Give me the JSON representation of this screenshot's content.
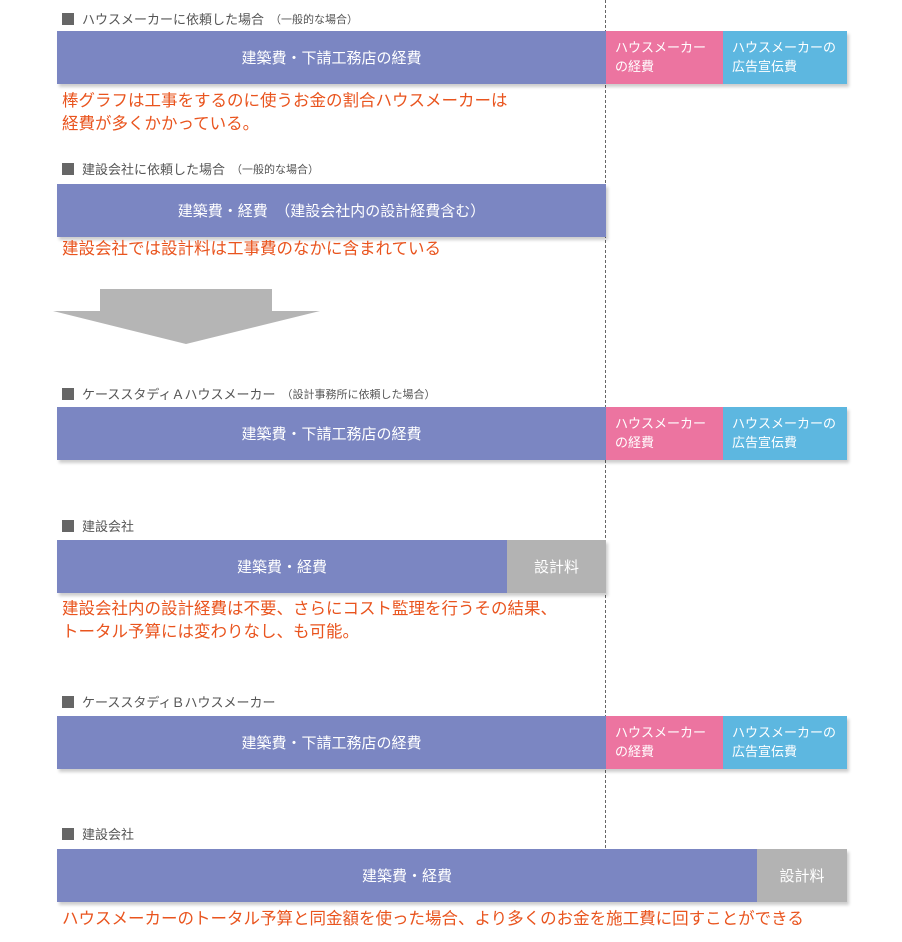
{
  "colors": {
    "construction": "#7b86c2",
    "maker_overhead": "#ec74a0",
    "maker_ads": "#5db7e0",
    "design_fee": "#b3b3b3",
    "note": "#e9541e"
  },
  "sections": [
    {
      "title": "ハウスメーカーに依頼した場合",
      "subtitle": "（一般的な場合）",
      "segments": [
        "建築費・下請工務店の経費",
        "ハウスメーカー\nの経費",
        "ハウスメーカーの\n広告宣伝費"
      ],
      "note": "棒グラフは工事をするのに使うお金の割合ハウスメーカーは\n経費が多くかかっている。"
    },
    {
      "title": "建設会社に依頼した場合",
      "subtitle": "（一般的な場合）",
      "segments": [
        "建築費・経費　（建設会社内の設計経費含む）"
      ],
      "note": "建設会社では設計料は工事費のなかに含まれている"
    },
    {
      "title": "ケーススタディＡハウスメーカー",
      "subtitle": "（設計事務所に依頼した場合）",
      "segments": [
        "建築費・下請工務店の経費",
        "ハウスメーカー\nの経費",
        "ハウスメーカーの\n広告宣伝費"
      ]
    },
    {
      "title": "建設会社",
      "segments": [
        "建築費・経費",
        "設計料"
      ],
      "note": "建設会社内の設計経費は不要、さらにコスト監理を行うその結果、\nトータル予算には変わりなし、も可能。"
    },
    {
      "title": "ケーススタディＢハウスメーカー",
      "segments": [
        "建築費・下請工務店の経費",
        "ハウスメーカー\nの経費",
        "ハウスメーカーの\n広告宣伝費"
      ]
    },
    {
      "title": "建設会社",
      "segments": [
        "建築費・経費",
        "設計料"
      ],
      "note": "ハウスメーカーのトータル予算と同金額を使った場合、より多くのお金を施工費に回すことができる"
    }
  ]
}
